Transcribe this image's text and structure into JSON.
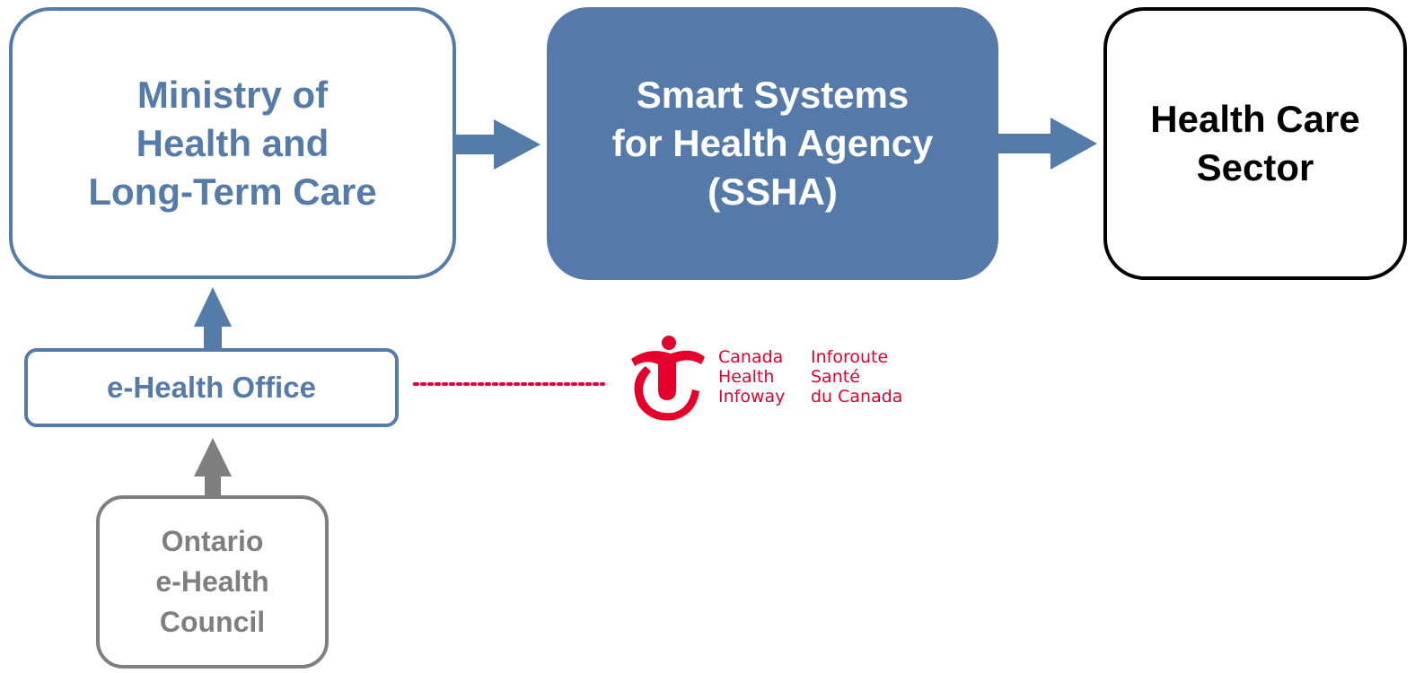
{
  "nodes": {
    "ministry": "Ministry of\nHealth and\nLong-Term Care",
    "ssha": "Smart Systems\nfor Health Agency\n(SSHA)",
    "sector": "Health Care\nSector",
    "ehealth_office": "e-Health Office",
    "council": "Ontario\ne-Health\nCouncil"
  },
  "logo": {
    "english": "Canada\nHealth\nInfoway",
    "french": "Inforoute\nSanté\ndu Canada"
  },
  "colors": {
    "blue": "#557ba9",
    "gray": "#7f7f7f",
    "black": "#000000",
    "logo_red": "#e4002b",
    "dotted_line": "#e4003c"
  }
}
